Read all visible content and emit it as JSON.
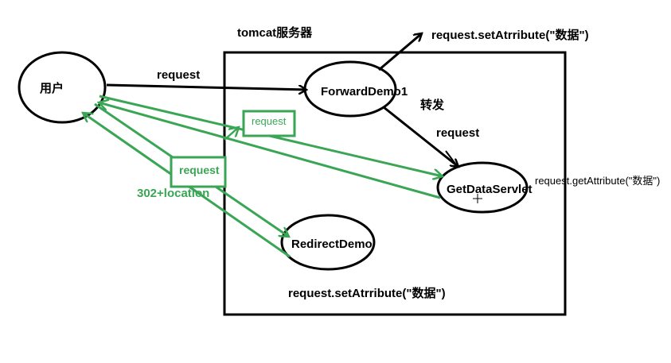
{
  "colors": {
    "black": "#000000",
    "green": "#3aa655"
  },
  "server": {
    "title": "tomcat服务器"
  },
  "nodes": {
    "user": "用户",
    "forward": "ForwardDemo1",
    "getdata": "GetDataServlet",
    "redirect": "RedirectDemo"
  },
  "labels": {
    "request_top": "request",
    "set_attr_top": "request.setAtrribute(\"数据\")",
    "forward_label": "转发",
    "request_forward": "request",
    "get_attr": "request.getAttribute(\"数据\")",
    "set_attr_bottom": "request.setAtrribute(\"数据\")",
    "green_request_1": "request",
    "green_request_2": "request",
    "redirect_label": "302+location"
  }
}
